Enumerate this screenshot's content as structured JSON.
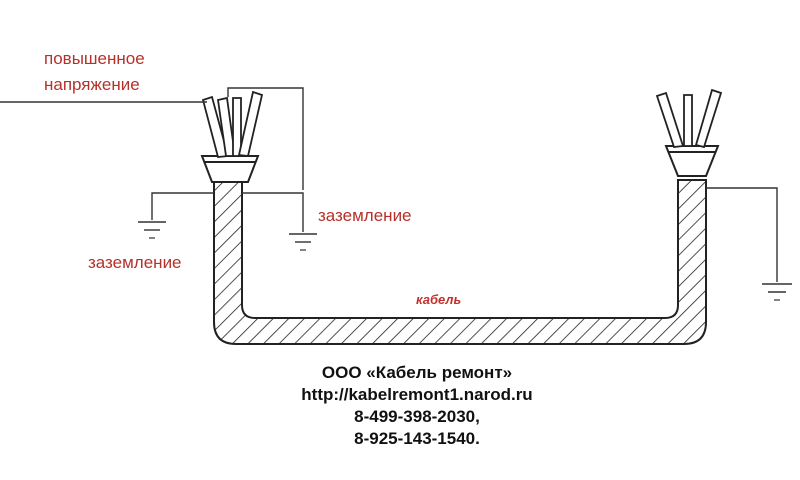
{
  "labels": {
    "high_voltage_line1": "повышенное",
    "high_voltage_line2": "напряжение",
    "ground_center": "заземление",
    "ground_left": "заземление",
    "cable": "кабель"
  },
  "company": {
    "name": "ООО «Кабель ремонт»",
    "url": "http://kabelremont1.narod.ru",
    "phone1": "8-499-398-2030,",
    "phone2": "8-925-143-1540."
  },
  "colors": {
    "label_red": "#b5312a",
    "line": "#222222",
    "text": "#111111"
  }
}
